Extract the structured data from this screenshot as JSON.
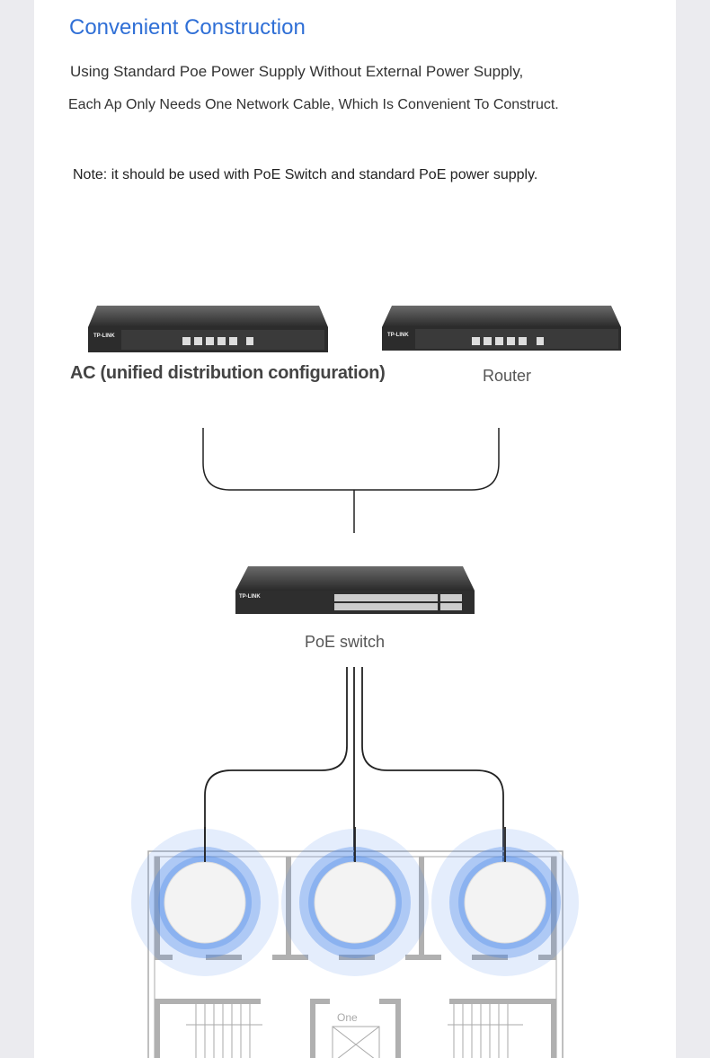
{
  "section": {
    "title": "Convenient Construction",
    "line1": "Using Standard Poe Power Supply Without External Power Supply,",
    "line2": "Each Ap Only Needs One Network Cable, Which Is Convenient To Construct.",
    "note": "Note: it should be used with PoE Switch and standard PoE power supply."
  },
  "diagram": {
    "ac_label": "AC (unified distribution configuration)",
    "router_label": "Router",
    "switch_label": "PoE switch",
    "device_brand": "TP-LINK",
    "floorplan_label": "One",
    "signal_color": "#4a86e8",
    "access_point_count": 3
  }
}
